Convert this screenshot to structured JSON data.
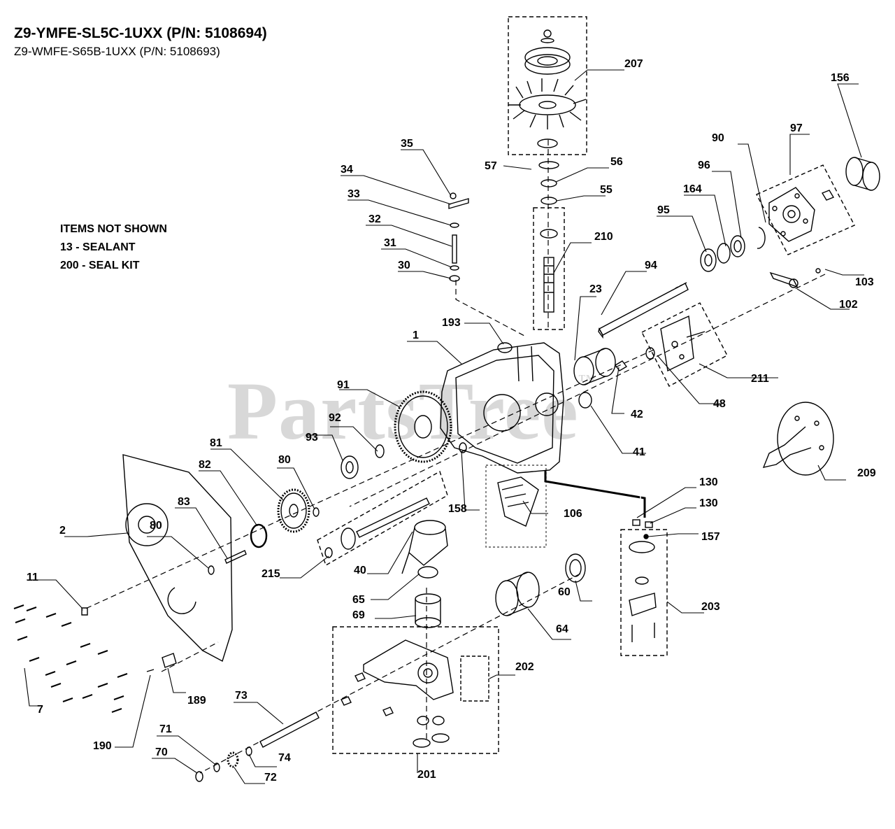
{
  "header": {
    "title": "Z9-YMFE-SL5C-1UXX (P/N: 5108694)",
    "subtitle": "Z9-WMFE-S65B-1UXX (P/N: 5108693)"
  },
  "notes": {
    "heading": "ITEMS NOT SHOWN",
    "items": [
      "13 - SEALANT",
      "200 - SEAL KIT"
    ]
  },
  "watermark": {
    "text": "PartsTree",
    "tm": "TM"
  },
  "callouts": [
    {
      "id": "c207",
      "text": "207"
    },
    {
      "id": "c156",
      "text": "156"
    },
    {
      "id": "c97",
      "text": "97"
    },
    {
      "id": "c90",
      "text": "90"
    },
    {
      "id": "c96",
      "text": "96"
    },
    {
      "id": "c164",
      "text": "164"
    },
    {
      "id": "c95",
      "text": "95"
    },
    {
      "id": "c35",
      "text": "35"
    },
    {
      "id": "c34",
      "text": "34"
    },
    {
      "id": "c33",
      "text": "33"
    },
    {
      "id": "c32",
      "text": "32"
    },
    {
      "id": "c31",
      "text": "31"
    },
    {
      "id": "c30",
      "text": "30"
    },
    {
      "id": "c57",
      "text": "57"
    },
    {
      "id": "c56",
      "text": "56"
    },
    {
      "id": "c55",
      "text": "55"
    },
    {
      "id": "c210",
      "text": "210"
    },
    {
      "id": "c94",
      "text": "94"
    },
    {
      "id": "c103",
      "text": "103"
    },
    {
      "id": "c102",
      "text": "102"
    },
    {
      "id": "c23",
      "text": "23"
    },
    {
      "id": "c193",
      "text": "193"
    },
    {
      "id": "c1",
      "text": "1"
    },
    {
      "id": "c211",
      "text": "211"
    },
    {
      "id": "c48",
      "text": "48"
    },
    {
      "id": "c42",
      "text": "42"
    },
    {
      "id": "c41",
      "text": "41"
    },
    {
      "id": "c91",
      "text": "91"
    },
    {
      "id": "c92",
      "text": "92"
    },
    {
      "id": "c93",
      "text": "93"
    },
    {
      "id": "c81",
      "text": "81"
    },
    {
      "id": "c80a",
      "text": "80"
    },
    {
      "id": "c82",
      "text": "82"
    },
    {
      "id": "c83",
      "text": "83"
    },
    {
      "id": "c80b",
      "text": "80"
    },
    {
      "id": "c2",
      "text": "2"
    },
    {
      "id": "c11",
      "text": "11"
    },
    {
      "id": "c158",
      "text": "158"
    },
    {
      "id": "c106",
      "text": "106"
    },
    {
      "id": "c209",
      "text": "209"
    },
    {
      "id": "c130a",
      "text": "130"
    },
    {
      "id": "c130b",
      "text": "130"
    },
    {
      "id": "c157",
      "text": "157"
    },
    {
      "id": "c215",
      "text": "215"
    },
    {
      "id": "c40",
      "text": "40"
    },
    {
      "id": "c65",
      "text": "65"
    },
    {
      "id": "c69",
      "text": "69"
    },
    {
      "id": "c60",
      "text": "60"
    },
    {
      "id": "c64",
      "text": "64"
    },
    {
      "id": "c203",
      "text": "203"
    },
    {
      "id": "c202",
      "text": "202"
    },
    {
      "id": "c7",
      "text": "7"
    },
    {
      "id": "c189",
      "text": "189"
    },
    {
      "id": "c73",
      "text": "73"
    },
    {
      "id": "c190",
      "text": "190"
    },
    {
      "id": "c71",
      "text": "71"
    },
    {
      "id": "c70",
      "text": "70"
    },
    {
      "id": "c74",
      "text": "74"
    },
    {
      "id": "c72",
      "text": "72"
    },
    {
      "id": "c201",
      "text": "201"
    }
  ]
}
